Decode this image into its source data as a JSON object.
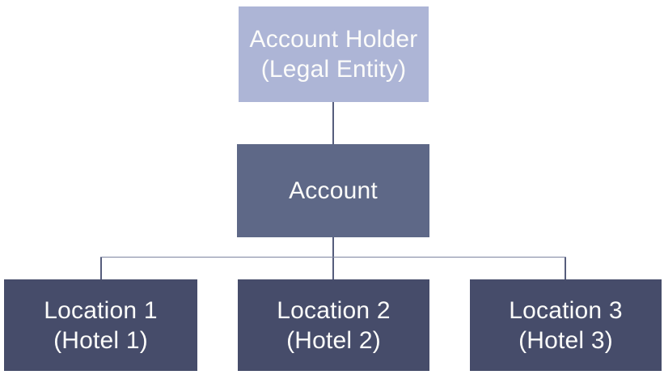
{
  "diagram": {
    "type": "hierarchy-org-chart",
    "nodes": {
      "account_holder": {
        "line1": "Account Holder",
        "line2": "(Legal Entity)"
      },
      "account": {
        "line1": "Account"
      },
      "location1": {
        "line1": "Location 1",
        "line2": "(Hotel 1)"
      },
      "location2": {
        "line1": "Location 2",
        "line2": "(Hotel 2)"
      },
      "location3": {
        "line1": "Location 3",
        "line2": "(Hotel 3)"
      }
    },
    "edges": [
      {
        "from": "account_holder",
        "to": "account"
      },
      {
        "from": "account",
        "to": "location1"
      },
      {
        "from": "account",
        "to": "location2"
      },
      {
        "from": "account",
        "to": "location3"
      }
    ],
    "colors": {
      "account_holder_bg": "#ADB5D6",
      "account_bg": "#5E6887",
      "location_bg": "#464C6A",
      "connector": "#565D7C",
      "text": "#FCFCFA",
      "background": "#FFFFFF"
    }
  }
}
